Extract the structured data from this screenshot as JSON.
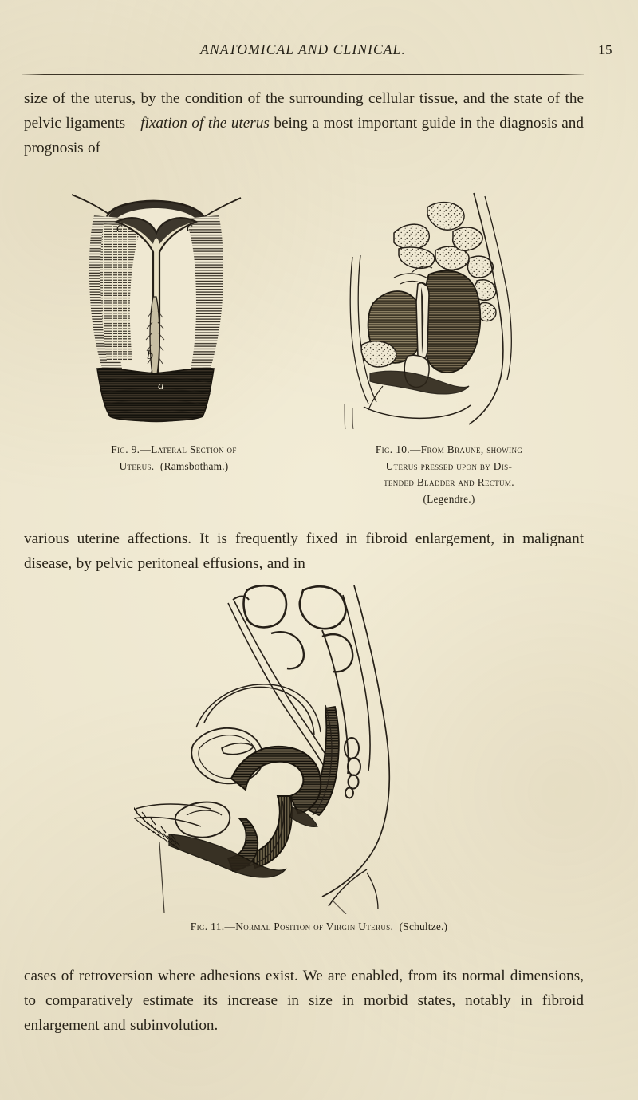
{
  "page": {
    "running_head": "ANATOMICAL AND CLINICAL.",
    "folio": "15",
    "paper_color": "#ece5cd",
    "ink_color": "#262018"
  },
  "body": {
    "paragraph_top_part1": "size of the uterus, by the condition of the surrounding cellular tissue, and the state of the pelvic ligaments—",
    "paragraph_top_italic": "fixation of the uterus",
    "paragraph_top_part2": " being a most important guide in the diagnosis and prognosis of",
    "paragraph_middle": "various uterine affections. It is frequently fixed in fibroid enlargement, in malignant disease, by pelvic peritoneal effusions, and in",
    "paragraph_bottom": "cases of retroversion where adhesions exist. We are enabled, from its normal dimensions, to comparatively estimate its increase in size in morbid states, notably in fibroid enlargement and subinvolution."
  },
  "figures": [
    {
      "id": "fig9",
      "number": "Fig. 9.",
      "dash": "—",
      "caption_lines": [
        "Lateral Section of",
        "Uterus."
      ],
      "attribution": "(Ramsbotham.)",
      "labels": [
        "c",
        "c",
        "b",
        "a"
      ],
      "description": "coronal section of uterus, wood engraving with hatched walls"
    },
    {
      "id": "fig10",
      "number": "Fig. 10.",
      "dash": "—",
      "caption_lines": [
        "From Braune, showing",
        "Uterus pressed upon by Dis-",
        "tended Bladder and Rectum."
      ],
      "attribution": "(Legendre.)",
      "labels": [],
      "description": "sagittal pelvic section, distended bladder and rectum shaded dark"
    },
    {
      "id": "fig11",
      "number": "Fig. 11.",
      "dash": "—",
      "caption_lines": [
        "Normal Position of Virgin Uterus."
      ],
      "attribution": "(Schultze.)",
      "labels": [],
      "description": "outline sagittal section of female pelvis, normal uterus position"
    }
  ]
}
